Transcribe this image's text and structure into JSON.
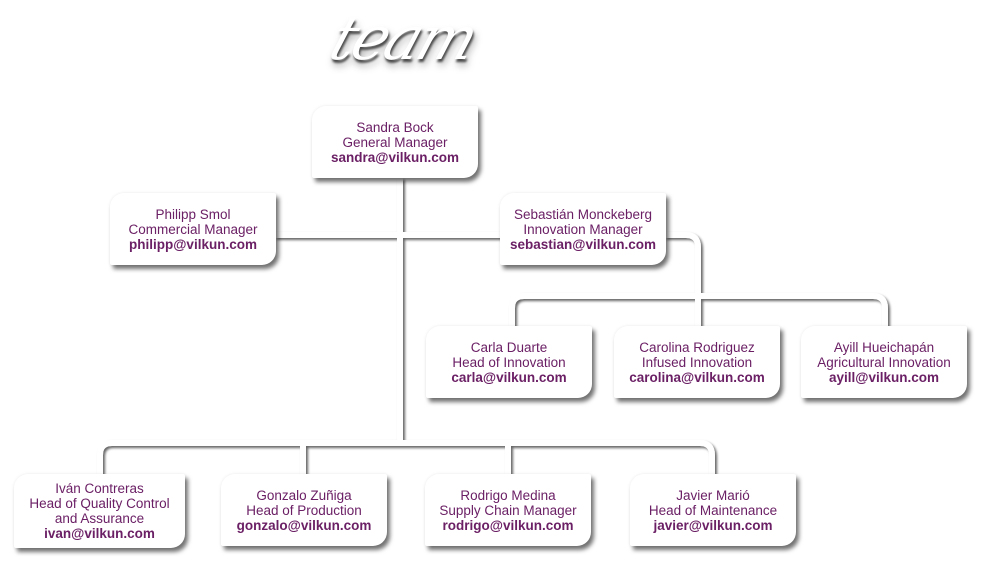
{
  "title": "team",
  "colors": {
    "text": "#6b2065",
    "connector": "#ffffff",
    "card": "#ffffff"
  },
  "people": {
    "sandra": {
      "name": "Sandra Bock",
      "role": "General Manager",
      "email": "sandra@vilkun.com"
    },
    "philipp": {
      "name": "Philipp Smol",
      "role": "Commercial Manager",
      "email": "philipp@vilkun.com"
    },
    "sebastian": {
      "name": "Sebastián Monckeberg",
      "role": "Innovation Manager",
      "email": "sebastian@vilkun.com"
    },
    "carla": {
      "name": "Carla Duarte",
      "role": "Head of Innovation",
      "email": "carla@vilkun.com"
    },
    "carolina": {
      "name": "Carolina Rodriguez",
      "role": "Infused Innovation",
      "email": "carolina@vilkun.com"
    },
    "ayill": {
      "name": "Ayill Hueichapán",
      "role": "Agricultural Innovation",
      "email": "ayill@vilkun.com"
    },
    "ivan": {
      "name": "Iván Contreras",
      "role": "Head of Quality Control",
      "role2": "and Assurance",
      "email": "ivan@vilkun.com"
    },
    "gonzalo": {
      "name": "Gonzalo Zuñiga",
      "role": "Head of Production",
      "email": "gonzalo@vilkun.com"
    },
    "rodrigo": {
      "name": "Rodrigo Medina",
      "role": "Supply Chain Manager",
      "email": "rodrigo@vilkun.com"
    },
    "javier": {
      "name": "Javier Marió",
      "role": "Head of Maintenance",
      "email": "javier@vilkun.com"
    }
  },
  "hierarchy": {
    "Sandra Bock": [
      "Philipp Smol",
      "Sebastián Monckeberg",
      "Iván Contreras",
      "Gonzalo Zuñiga",
      "Rodrigo Medina",
      "Javier Marió"
    ],
    "Sebastián Monckeberg": [
      "Carla Duarte",
      "Carolina Rodriguez",
      "Ayill Hueichapán"
    ]
  }
}
